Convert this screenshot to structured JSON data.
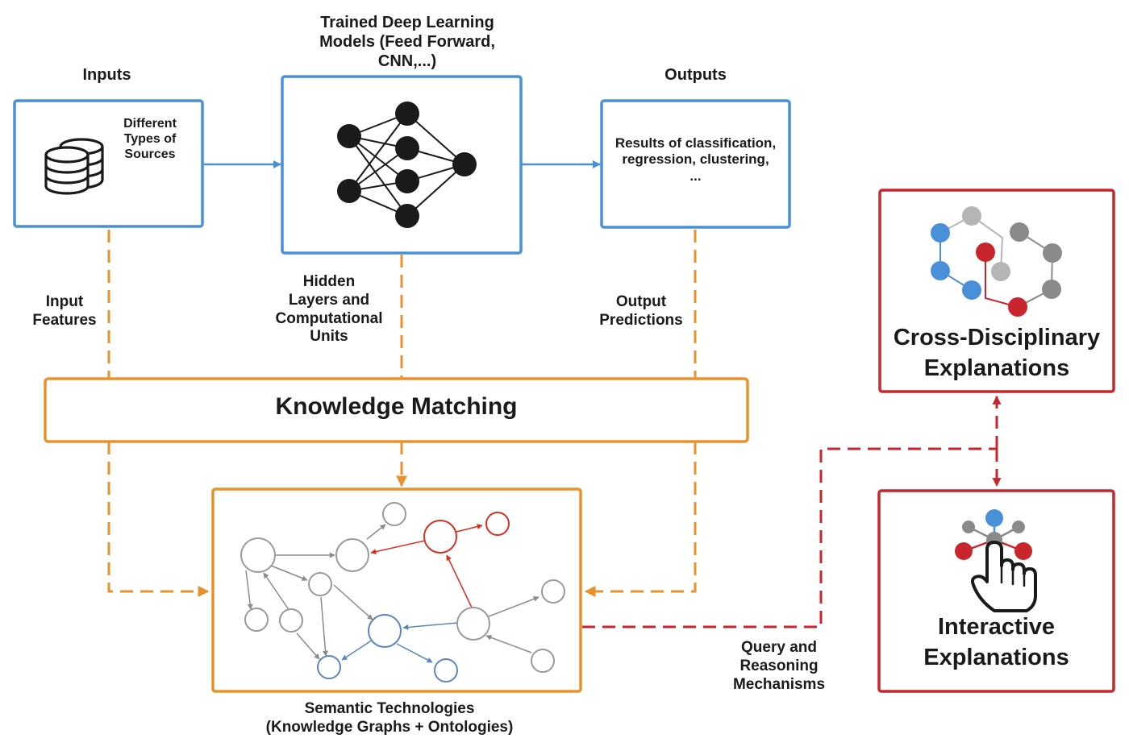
{
  "inputs": {
    "title": "Inputs",
    "box_lines": [
      "Different",
      "Types of",
      "Sources"
    ]
  },
  "model": {
    "title_lines": [
      "Trained Deep Learning",
      "Models (Feed Forward,",
      "CNN,...)"
    ]
  },
  "outputs": {
    "title": "Outputs",
    "box_lines": [
      "Results of classification,",
      "regression, clustering,",
      "..."
    ]
  },
  "connectors": {
    "input_features": [
      "Input",
      "Features"
    ],
    "hidden_layers": [
      "Hidden",
      "Layers and",
      "Computational",
      "Units"
    ],
    "output_predictions": [
      "Output",
      "Predictions"
    ],
    "query_reasoning": [
      "Query and",
      "Reasoning",
      "Mechanisms"
    ]
  },
  "knowledge_matching": {
    "label": "Knowledge Matching"
  },
  "semantic": {
    "caption_lines": [
      "Semantic Technologies",
      "(Knowledge Graphs + Ontologies)"
    ]
  },
  "explanations": {
    "cross_lines": [
      "Cross-Disciplinary",
      "Explanations"
    ],
    "interactive_lines": [
      "Interactive",
      "Explanations"
    ]
  },
  "colors": {
    "blue": "#4a90d9",
    "orange": "#e8922e",
    "red": "#c8262c",
    "gray": "#9a9a9a",
    "graph_blue": "#5a86c0",
    "graph_red": "#d7301f",
    "node_dark": "#1a1a1a"
  },
  "icons": [
    "database-icon",
    "neural-network-icon",
    "knowledge-graph-icon",
    "cross-disciplinary-graph-icon",
    "interactive-hand-pointer-icon"
  ]
}
